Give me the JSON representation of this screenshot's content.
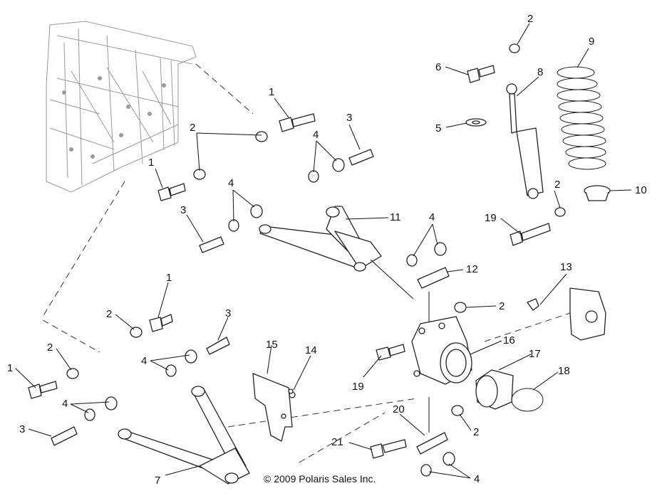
{
  "copyright": "© 2009 Polaris Sales Inc.",
  "callouts": [
    "1",
    "2",
    "3",
    "4",
    "5",
    "6",
    "7",
    "8",
    "9",
    "10",
    "11",
    "12",
    "13",
    "14",
    "15",
    "16",
    "17",
    "18",
    "19",
    "20",
    "21"
  ]
}
